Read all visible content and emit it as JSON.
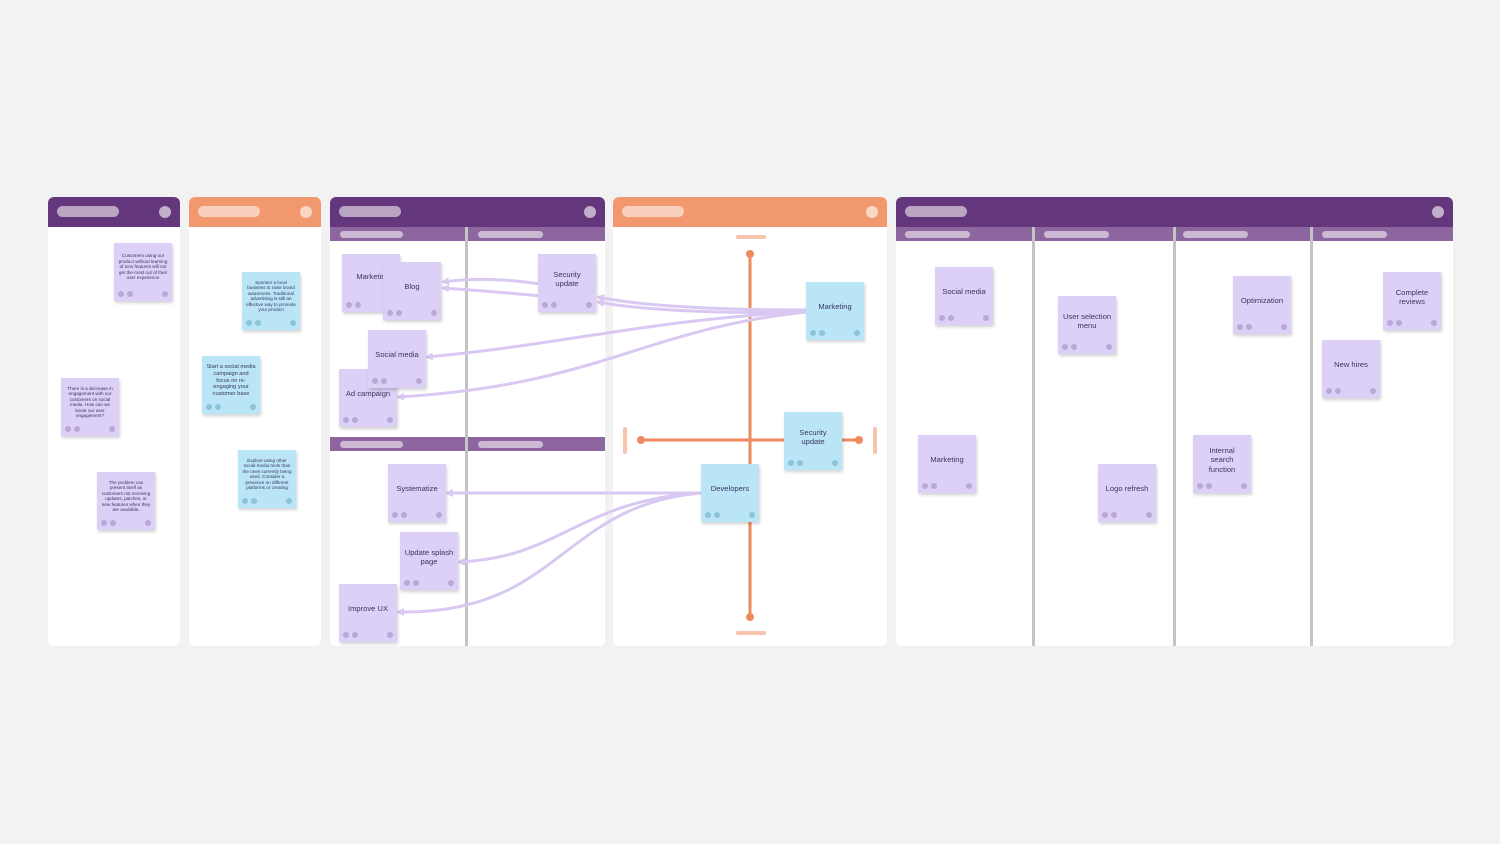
{
  "colors": {
    "background": "#f2f2f2",
    "purple_header": "#64377d",
    "purple_subheader": "#8e669f",
    "orange_header": "#f2986e",
    "connector": "#d9c9f2",
    "axis": "#ed8a5e",
    "note_purple": "#dcd0f7",
    "note_blue": "#b9e5f7"
  },
  "panel1": {
    "notes": [
      {
        "text": "Customers using our product without learning of new features will not get the most out of their user experience",
        "color": "purple"
      },
      {
        "text": "There is a decrease in engagement with our customers on social media. How can we boost our user engagement?",
        "color": "purple"
      },
      {
        "text": "The problem can present itself as customers not receiving updates, patches, or new features when they are available.",
        "color": "purple"
      }
    ]
  },
  "panel2": {
    "notes": [
      {
        "text": "Sponsor a local business to raise brand awareness. Traditional advertising is still an effective way to promote your product",
        "color": "blue"
      },
      {
        "text": "Start a social media campaign and focus on re-engaging your customer base",
        "color": "blue"
      },
      {
        "text": "Explore using other social media tools than the ones currently being used. Consider a presence on different platforms or creating",
        "color": "blue"
      }
    ]
  },
  "panel3": {
    "notes": [
      {
        "text": "Marketing",
        "color": "purple"
      },
      {
        "text": "Blog",
        "color": "purple"
      },
      {
        "text": "Security update",
        "color": "purple"
      },
      {
        "text": "Social media",
        "color": "purple"
      },
      {
        "text": "Ad campaign",
        "color": "purple"
      },
      {
        "text": "Systematize",
        "color": "purple"
      },
      {
        "text": "Update splash page",
        "color": "purple"
      },
      {
        "text": "Improve UX",
        "color": "purple"
      }
    ]
  },
  "panel4": {
    "notes": [
      {
        "text": "Marketing",
        "color": "blue"
      },
      {
        "text": "Security update",
        "color": "blue"
      },
      {
        "text": "Developers",
        "color": "blue"
      }
    ]
  },
  "panel5": {
    "notes": [
      {
        "text": "Social media",
        "color": "purple"
      },
      {
        "text": "Marketing",
        "color": "purple"
      },
      {
        "text": "User selection menu",
        "color": "purple"
      },
      {
        "text": "Logo refresh",
        "color": "purple"
      },
      {
        "text": "Optimization",
        "color": "purple"
      },
      {
        "text": "Internal search function",
        "color": "purple"
      },
      {
        "text": "Complete reviews",
        "color": "purple"
      },
      {
        "text": "New hires",
        "color": "purple"
      }
    ]
  }
}
